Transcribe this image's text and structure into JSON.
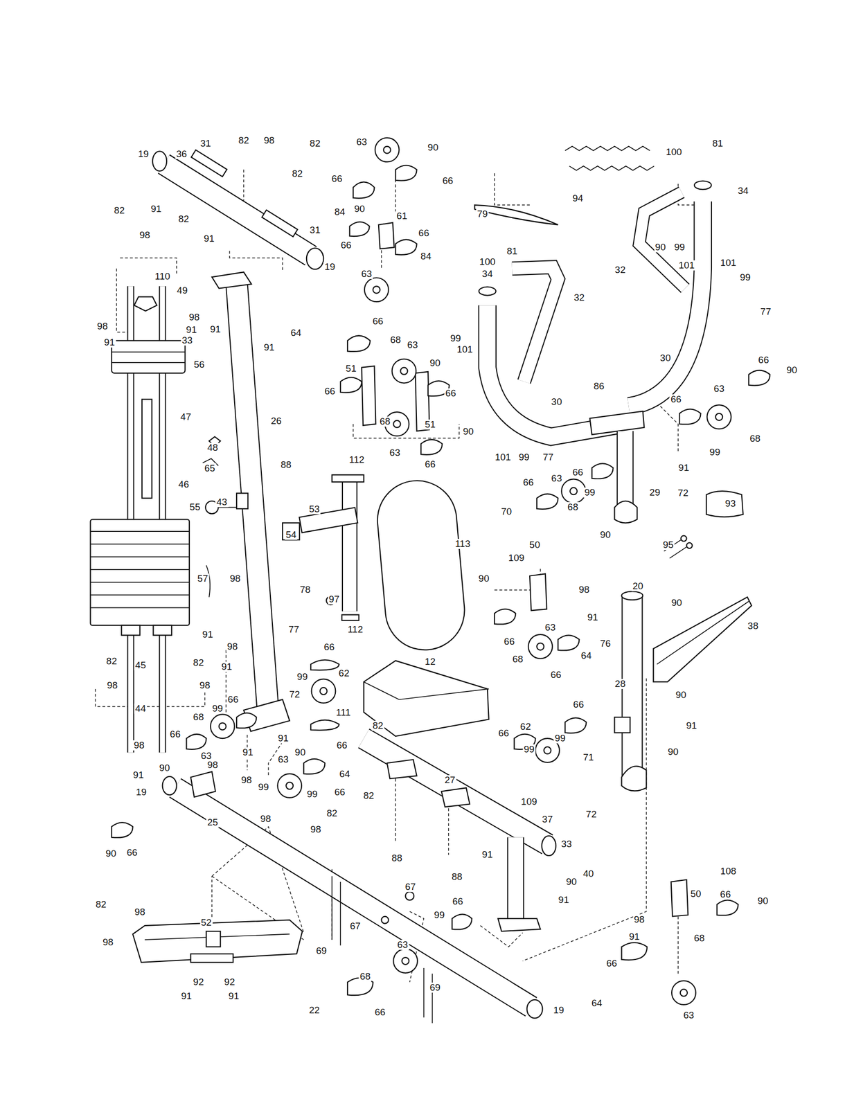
{
  "diagram": {
    "labels": [
      "19",
      "36",
      "31",
      "82",
      "98",
      "82",
      "82",
      "91",
      "91",
      "31",
      "19",
      "82",
      "98",
      "82",
      "110",
      "49",
      "98",
      "91",
      "98",
      "91",
      "33",
      "56",
      "47",
      "48",
      "65",
      "46",
      "55",
      "43",
      "26",
      "91",
      "91",
      "57",
      "98",
      "91",
      "98",
      "82",
      "45",
      "82",
      "98",
      "98",
      "44",
      "98",
      "91",
      "77",
      "91",
      "91",
      "66",
      "68",
      "99",
      "66",
      "63",
      "90",
      "91",
      "98",
      "98",
      "19",
      "99",
      "63",
      "90",
      "66",
      "90",
      "25",
      "63",
      "90",
      "66",
      "66",
      "84",
      "90",
      "61",
      "66",
      "66",
      "84",
      "63",
      "79",
      "94",
      "100",
      "81",
      "34",
      "100",
      "81",
      "34",
      "32",
      "32",
      "90",
      "99",
      "101",
      "101",
      "99",
      "77",
      "30",
      "30",
      "64",
      "66",
      "68",
      "63",
      "51",
      "90",
      "99",
      "101",
      "66",
      "66",
      "63",
      "68",
      "51",
      "90",
      "66",
      "86",
      "66",
      "90",
      "66",
      "63",
      "99",
      "68",
      "91",
      "66",
      "101",
      "99",
      "77",
      "29",
      "72",
      "63",
      "66",
      "70",
      "99",
      "68",
      "90",
      "88",
      "112",
      "53",
      "54",
      "113",
      "109",
      "50",
      "78",
      "97",
      "112",
      "98",
      "91",
      "90",
      "66",
      "63",
      "68",
      "66",
      "64",
      "95",
      "93",
      "20",
      "90",
      "38",
      "76",
      "28",
      "90",
      "91",
      "66",
      "62",
      "99",
      "66",
      "99",
      "71",
      "90",
      "72",
      "109",
      "37",
      "66",
      "99",
      "62",
      "72",
      "111",
      "66",
      "64",
      "66",
      "99",
      "12",
      "82",
      "27",
      "82",
      "88",
      "88",
      "33",
      "40",
      "91",
      "90",
      "91",
      "98",
      "82",
      "98",
      "67",
      "67",
      "69",
      "99",
      "66",
      "63",
      "68",
      "22",
      "66",
      "69",
      "19",
      "52",
      "82",
      "98",
      "98",
      "92",
      "92",
      "91",
      "91",
      "108",
      "50",
      "66",
      "90",
      "98",
      "91",
      "68",
      "66",
      "64",
      "63"
    ]
  }
}
